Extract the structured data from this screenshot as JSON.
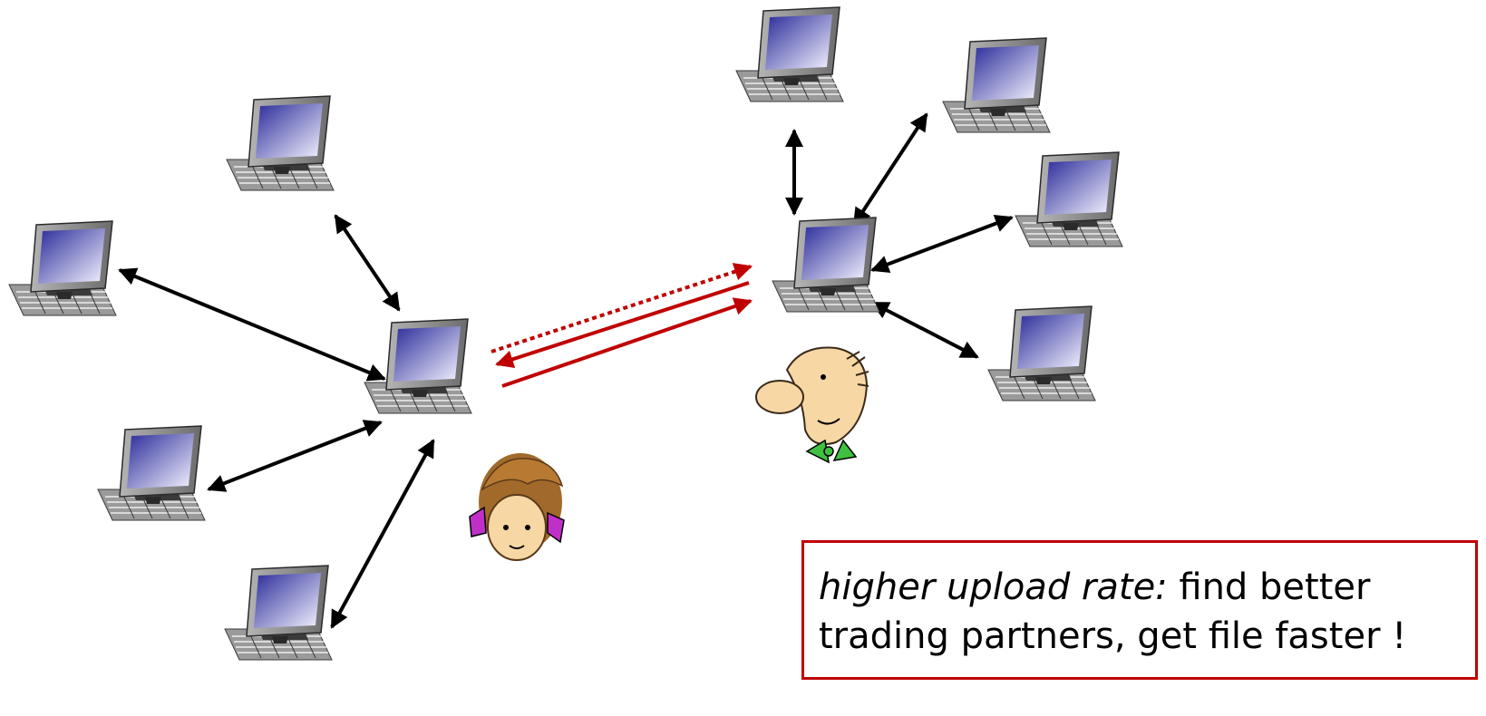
{
  "colors": {
    "background": "#ffffff",
    "arrow_black": "#000000",
    "arrow_red": "#c00000",
    "callout_border": "#c00000",
    "screen_dark": "#2a2a9a",
    "screen_light": "#f4f4ff",
    "case_gray": "#8c8c8c"
  },
  "icons": {
    "peer": "desktop-computer-icon",
    "alice": "alice-face-icon",
    "bob": "bob-face-icon"
  },
  "callout": {
    "emphasis": "higher upload rate:",
    "line1_rest": " find better",
    "line2": "trading partners, get file faster !"
  }
}
